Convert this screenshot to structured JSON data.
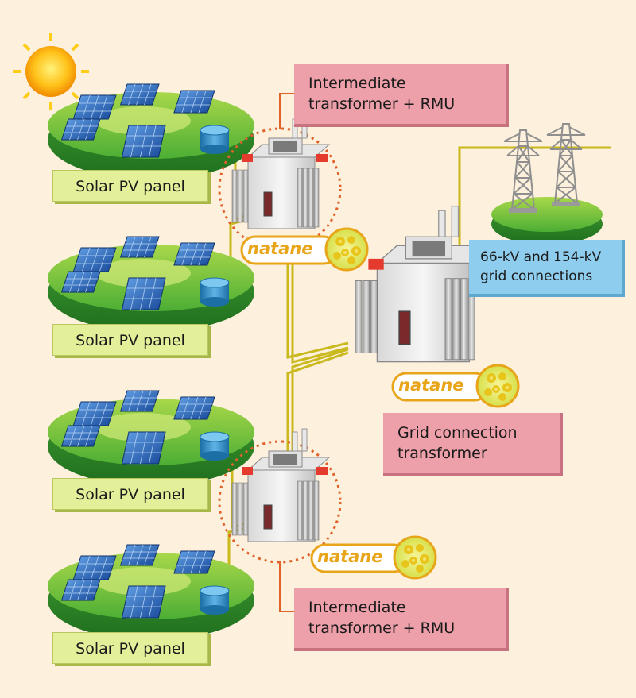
{
  "labels": {
    "pv_panel_1": "Solar PV panel",
    "pv_panel_2": "Solar PV panel",
    "pv_panel_3": "Solar PV panel",
    "pv_panel_4": "Solar PV panel",
    "intermediate_top_line1": "Intermediate",
    "intermediate_top_line2": "transformer + RMU",
    "intermediate_bottom_line1": "Intermediate",
    "intermediate_bottom_line2": "transformer + RMU",
    "grid_transformer_line1": "Grid connection",
    "grid_transformer_line2": "transformer",
    "grid_connection_line1": "66-kV and 154-kV",
    "grid_connection_line2": "grid connections"
  },
  "logos": {
    "brand": "natane"
  },
  "icons": [
    "sun-icon",
    "solar-panel-icon",
    "transformer-icon",
    "transmission-tower-icon",
    "natane-flower-icon"
  ],
  "colors": {
    "background": "#fdf0dc",
    "grass": "#3fa33a",
    "pv_label": "#e4ef9a",
    "pink_label": "#eda0aa",
    "blue_label": "#8fcdee",
    "cable": "#c9b91d",
    "dotted_circle": "#e0622a",
    "brand": "#e8a51a"
  }
}
